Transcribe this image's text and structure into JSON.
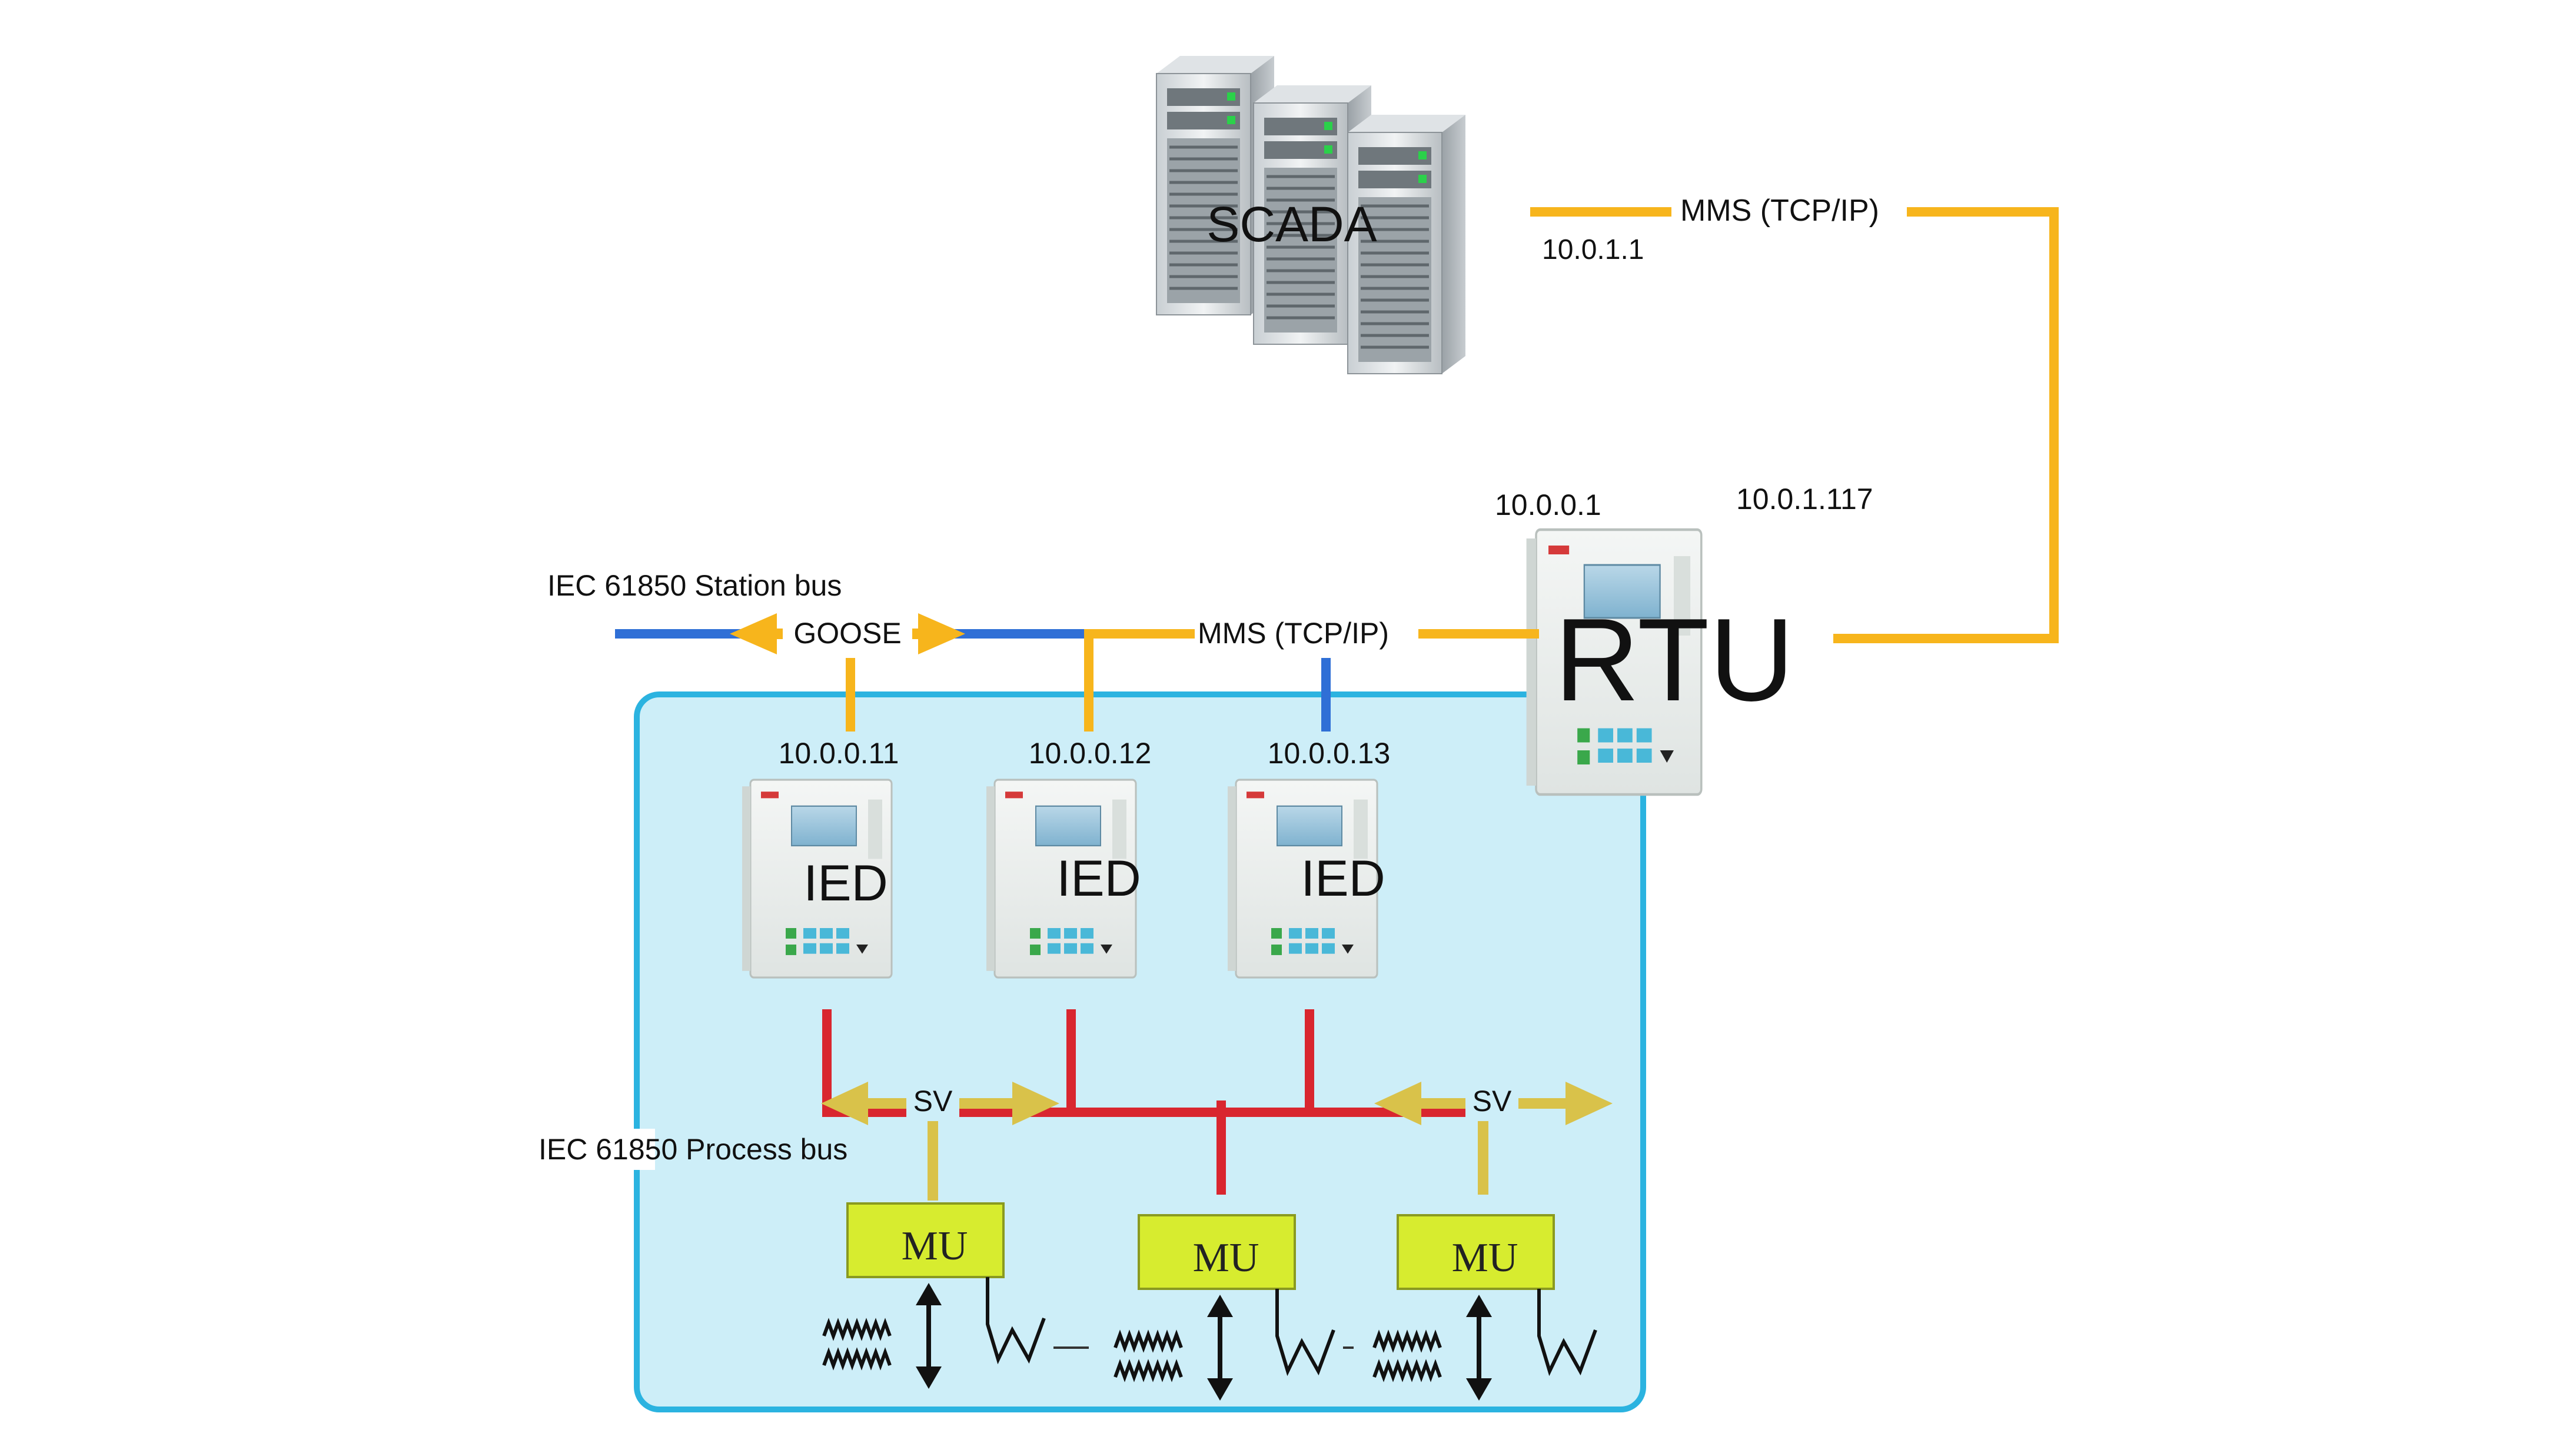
{
  "colors": {
    "station_bus": "#2f6fd6",
    "mms_link": "#f7b51c",
    "goose": "#f7b51c",
    "process_bus": "#d9262f",
    "sv_arrow": "#d9c24a",
    "process_area_fill": "#cdeef8",
    "process_area_border": "#2bb3e0",
    "mu_fill": "#d7ec2f",
    "device_body": "#eef1f0"
  },
  "scada": {
    "label": "SCADA",
    "ip": "10.0.1.1"
  },
  "links": {
    "scada_rtu_protocol": "MMS (TCP/IP)",
    "rtu_ied_protocol": "MMS (TCP/IP)",
    "goose": "GOOSE",
    "sv_left": "SV",
    "sv_right": "SV"
  },
  "rtu": {
    "label": "RTU",
    "ip_station": "10.0.0.1",
    "ip_wan": "10.0.1.117"
  },
  "buses": {
    "station": "IEC 61850 Station bus",
    "process": "IEC 61850 Process bus"
  },
  "ieds": [
    {
      "label": "IED",
      "ip": "10.0.0.11"
    },
    {
      "label": "IED",
      "ip": "10.0.0.12"
    },
    {
      "label": "IED",
      "ip": "10.0.0.13"
    }
  ],
  "merging_units": [
    {
      "label": "MU"
    },
    {
      "label": "MU"
    },
    {
      "label": "MU"
    }
  ],
  "icons": [
    "server-rack-icon",
    "relay-device-icon",
    "coil-icon",
    "bidirectional-arrow-icon",
    "breaker-switch-icon",
    "arrowhead-icon"
  ]
}
